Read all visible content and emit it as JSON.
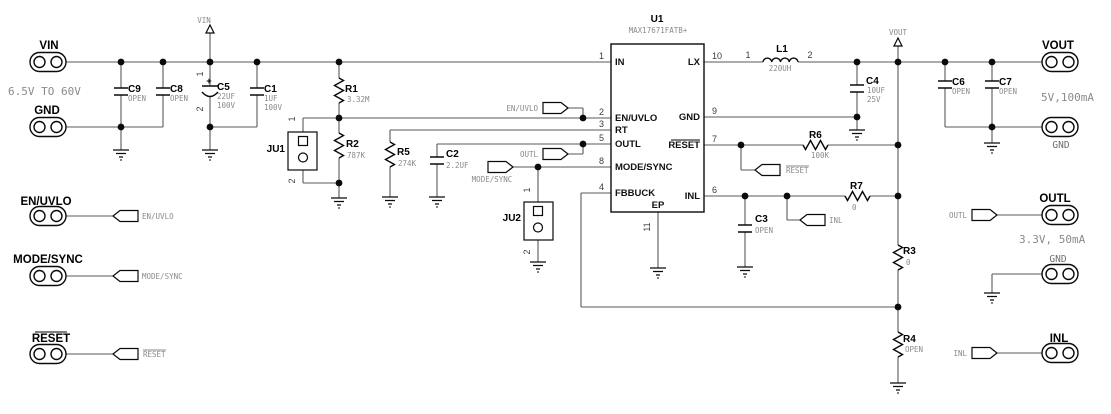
{
  "schematic": {
    "colors": {
      "wire": "#5a5a5a",
      "symbol": "#0a0a0a",
      "value_text": "#8a8a8a"
    },
    "ic": {
      "ref": "U1",
      "part": "MAX17671FATB+",
      "pins_left": [
        {
          "num": "1",
          "name": "IN"
        },
        {
          "num": "2",
          "name": "EN/UVLO"
        },
        {
          "num": "3",
          "name": "RT"
        },
        {
          "num": "5",
          "name": "OUTL"
        },
        {
          "num": "8",
          "name": "MODE/SYNC"
        },
        {
          "num": "4",
          "name": "FBBUCK"
        }
      ],
      "pins_right": [
        {
          "num": "10",
          "name": "LX"
        },
        {
          "num": "9",
          "name": "GND"
        },
        {
          "num": "7",
          "name": "RESET"
        },
        {
          "num": "6",
          "name": "INL"
        }
      ],
      "ep": {
        "num": "11",
        "name": "EP"
      }
    },
    "inductor": {
      "ref": "L1",
      "value": "220UH",
      "pin1": "1",
      "pin2": "2"
    },
    "capacitors": {
      "c9": {
        "ref": "C9",
        "value": "OPEN"
      },
      "c8": {
        "ref": "C8",
        "value": "OPEN"
      },
      "c5": {
        "ref": "C5",
        "value1": "22UF",
        "value2": "100V",
        "pin1": "1",
        "pin2": "2",
        "polarity": "+"
      },
      "c1": {
        "ref": "C1",
        "value1": "1UF",
        "value2": "100V"
      },
      "c2": {
        "ref": "C2",
        "value": "2.2UF"
      },
      "c3": {
        "ref": "C3",
        "value": "OPEN"
      },
      "c4": {
        "ref": "C4",
        "value1": "10UF",
        "value2": "25V"
      },
      "c6": {
        "ref": "C6",
        "value": "OPEN"
      },
      "c7": {
        "ref": "C7",
        "value": "OPEN"
      }
    },
    "resistors": {
      "r1": {
        "ref": "R1",
        "value": "3.32M"
      },
      "r2": {
        "ref": "R2",
        "value": "787K"
      },
      "r5": {
        "ref": "R5",
        "value": "274K"
      },
      "r6": {
        "ref": "R6",
        "value": "100K"
      },
      "r7": {
        "ref": "R7",
        "value": "0"
      },
      "r3": {
        "ref": "R3",
        "value": "0"
      },
      "r4": {
        "ref": "R4",
        "value": "OPEN"
      }
    },
    "jumpers": {
      "ju1": {
        "ref": "JU1",
        "pin1": "1",
        "pin2": "2"
      },
      "ju2": {
        "ref": "JU2",
        "pin1": "1",
        "pin2": "2"
      }
    },
    "power_flags": {
      "vin": "VIN",
      "vout": "VOUT"
    },
    "nets": {
      "en_uvlo": "EN/UVLO",
      "outl": "OUTL",
      "mode_sync": "MODE/SYNC",
      "reset": "RESET",
      "inl": "INL"
    },
    "ports_left": {
      "vin": {
        "label": "VIN",
        "rating": "6.5V TO 60V"
      },
      "gnd": {
        "label": "GND"
      },
      "en_uvlo": {
        "label": "EN/UVLO"
      },
      "mode_sync": {
        "label": "MODE/SYNC"
      },
      "reset": {
        "label": "RESET"
      }
    },
    "ports_right": {
      "vout": {
        "label": "VOUT",
        "rating": "5V,100mA"
      },
      "gnd1": {
        "label": "GND"
      },
      "outl": {
        "label": "OUTL",
        "rating": "3.3V, 50mA"
      },
      "gnd2": {
        "label": "GND"
      },
      "inl": {
        "label": "INL"
      }
    }
  }
}
